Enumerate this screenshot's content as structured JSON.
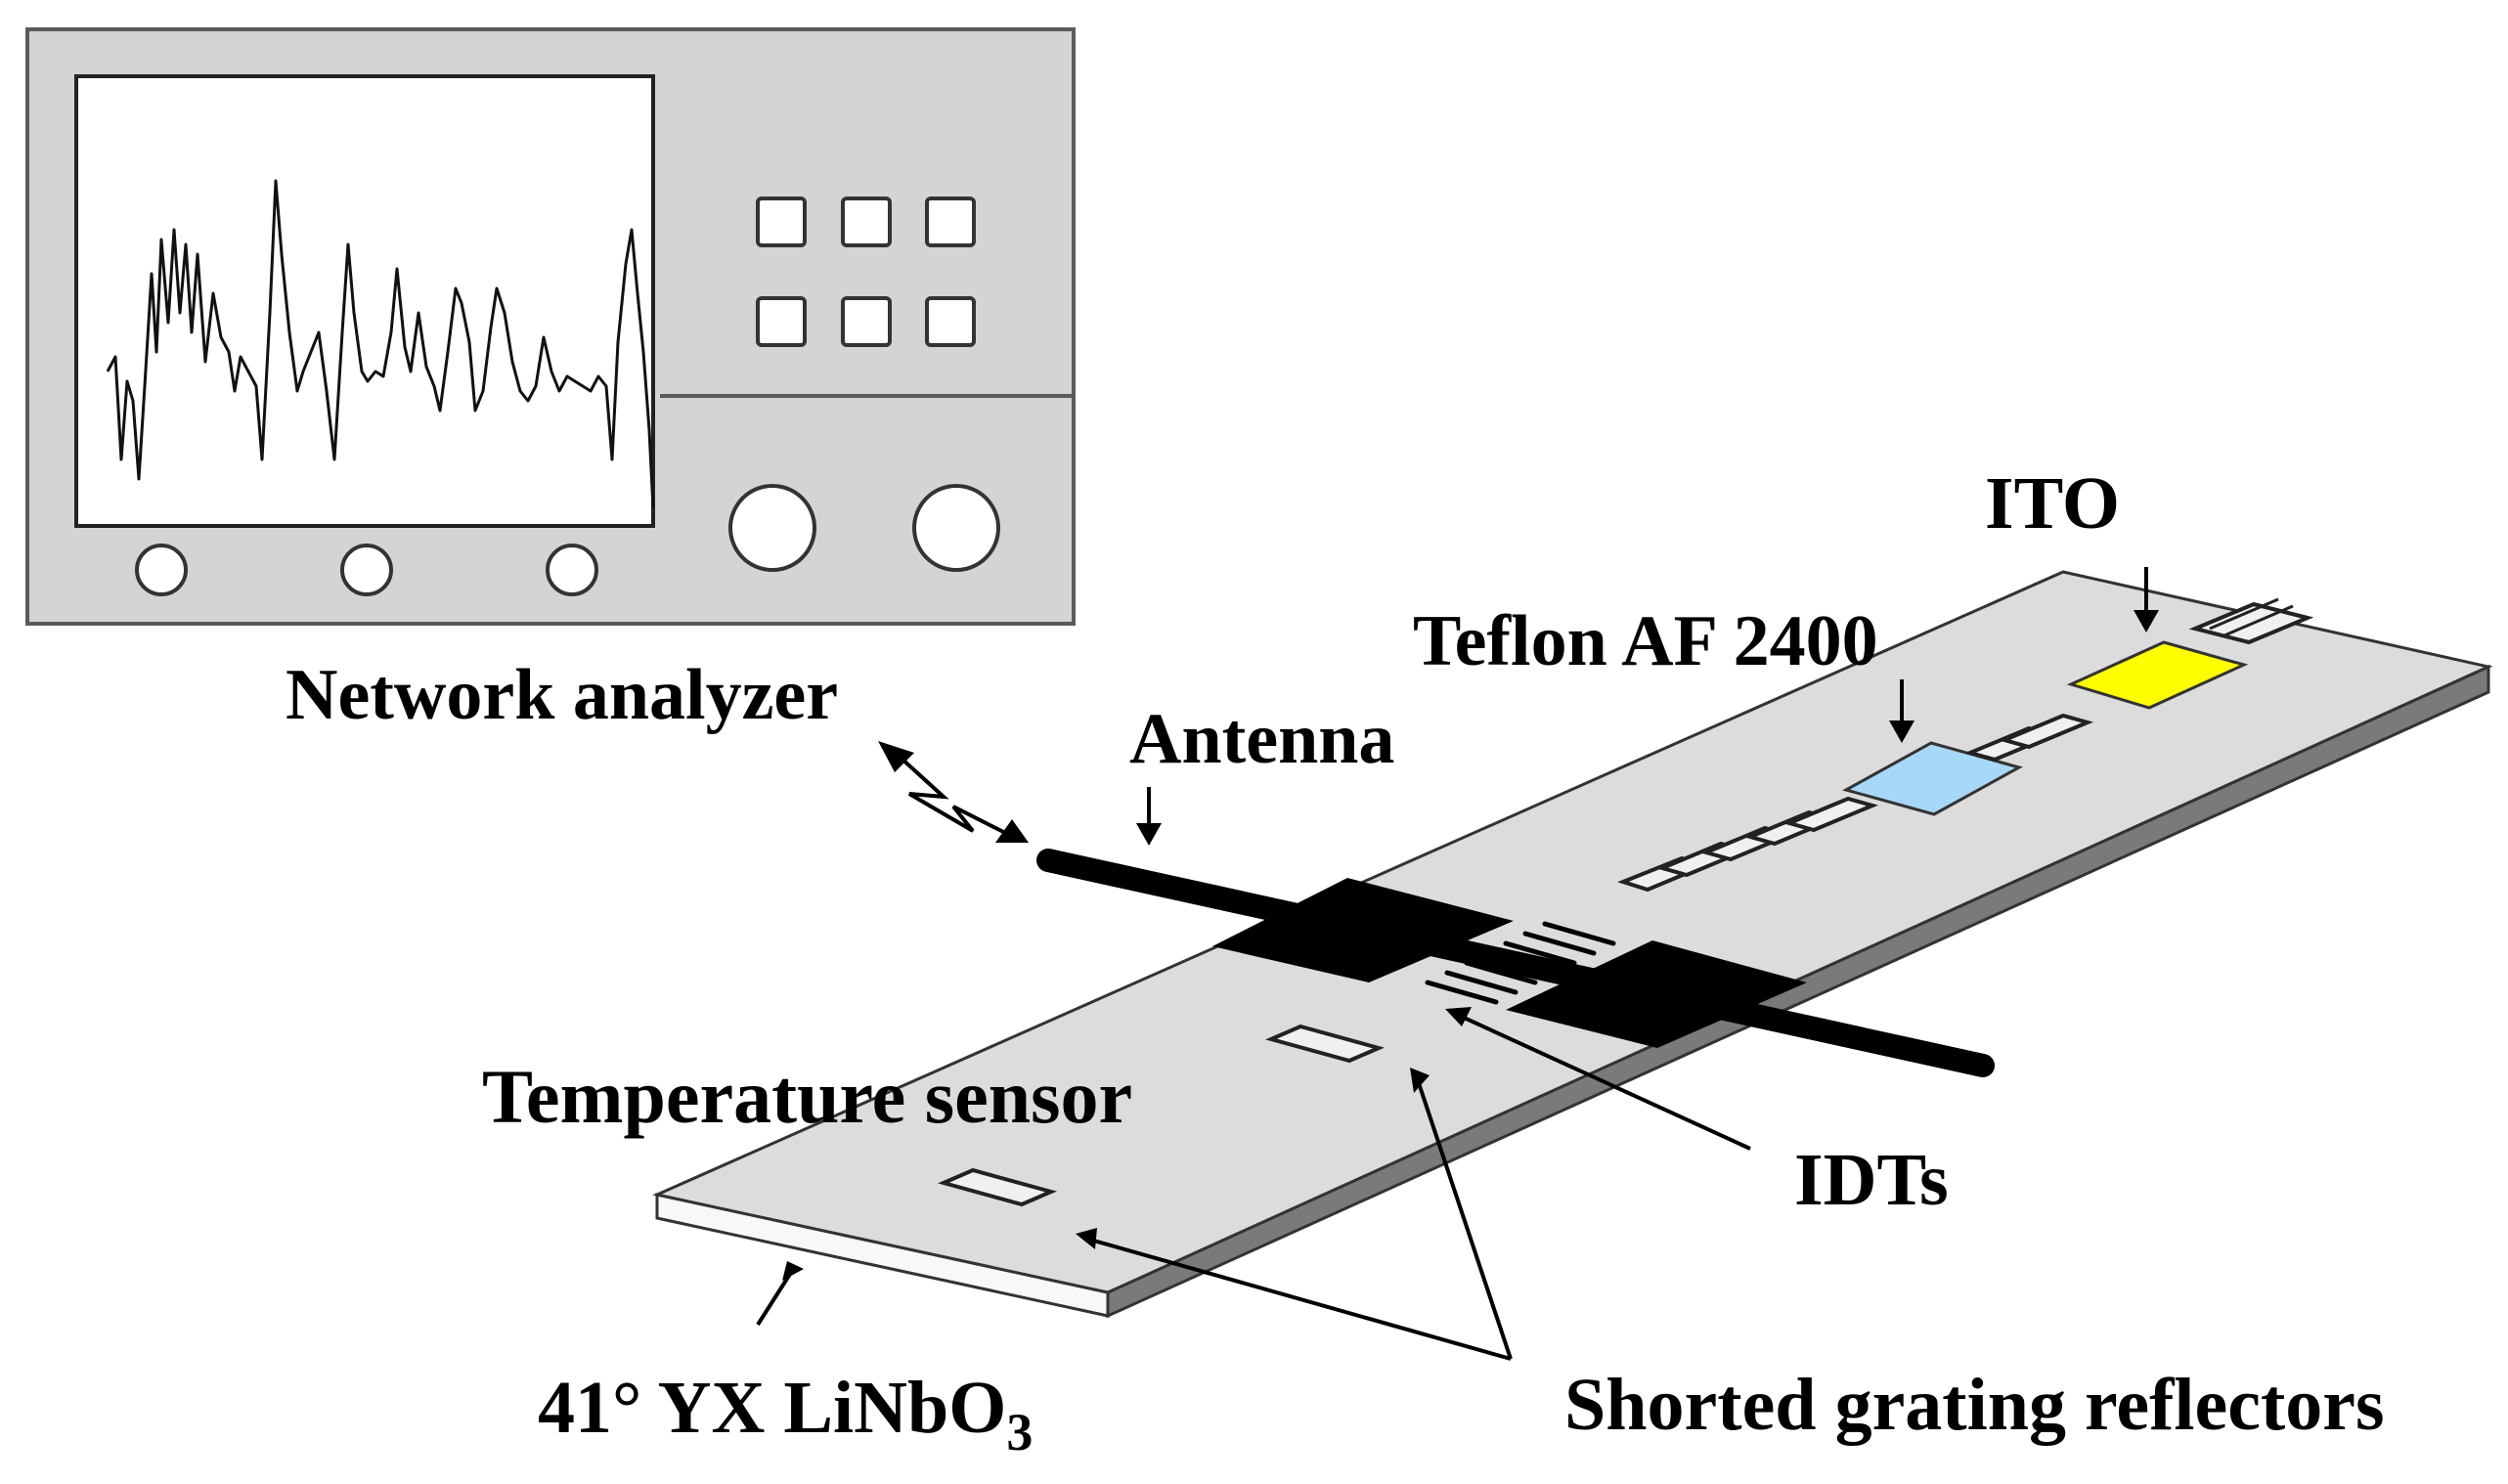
{
  "labels": {
    "network_analyzer": "Network analyzer",
    "antenna": "Antenna",
    "teflon": "Teflon AF 2400",
    "ito": "ITO",
    "temperature_sensor": "Temperature sensor",
    "idts": "IDTs",
    "substrate_main": "41° YX LiNbO",
    "substrate_sub": "3",
    "reflectors": "Shorted grating reflectors"
  },
  "colors": {
    "device_body": "#d4d4d4",
    "substrate_top": "#dcdcdc",
    "substrate_front": "#f8f8f8",
    "substrate_side": "#7a7a7a",
    "teflon_film": "#a8d8f8",
    "ito_film": "#ffff00",
    "metal": "#000000"
  }
}
